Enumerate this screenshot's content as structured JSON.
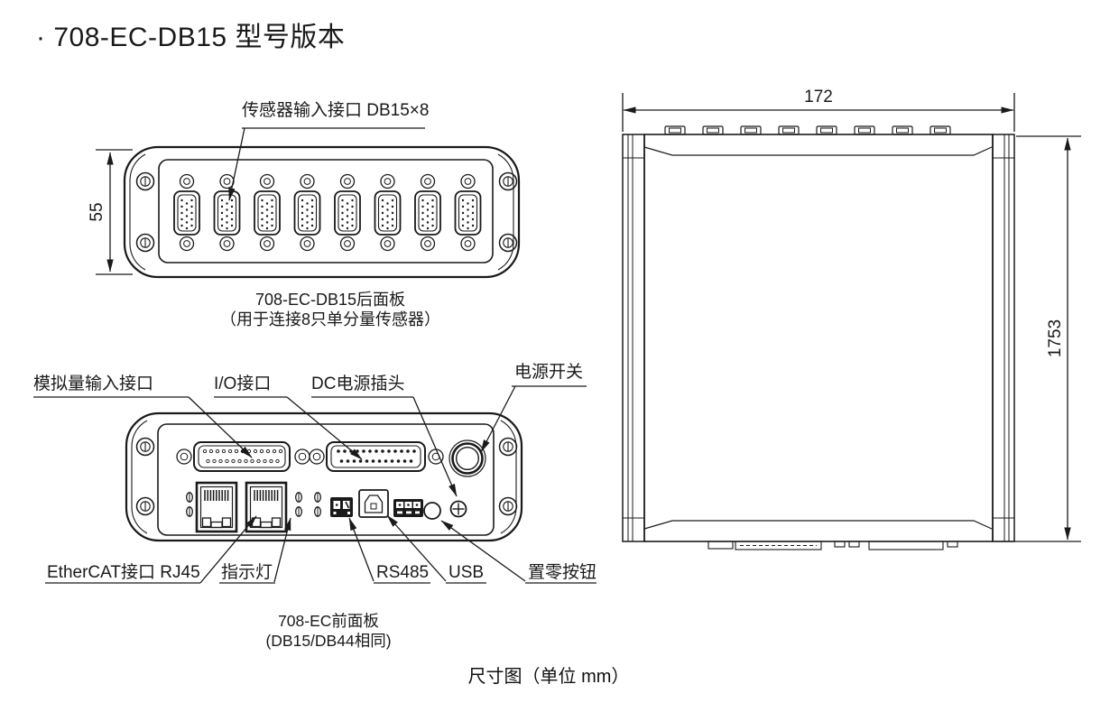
{
  "page": {
    "title": "· 708-EC-DB15 型号版本",
    "footer_caption": "尺寸图（单位 mm）"
  },
  "colors": {
    "line": "#1a1a1a",
    "background": "#ffffff"
  },
  "rear_view": {
    "connector_label": "传感器输入接口 DB15×8",
    "height_dim": "55",
    "caption_line1": "708-EC-DB15后面板",
    "caption_line2": "（用于连接8只单分量传感器）"
  },
  "front_view": {
    "labels": {
      "analog_input": "模拟量输入接口",
      "io": "I/O接口",
      "dc_plug": "DC电源插头",
      "power_switch": "电源开关",
      "ethercat": "EtherCAT接口 RJ45",
      "indicator": "指示灯",
      "rs485": "RS485",
      "usb": "USB",
      "zero_button": "置零按钮"
    },
    "caption_line1": "708-EC前面板",
    "caption_line2": "(DB15/DB44相同)"
  },
  "top_view": {
    "width_dim": "172",
    "height_dim": "1753"
  }
}
